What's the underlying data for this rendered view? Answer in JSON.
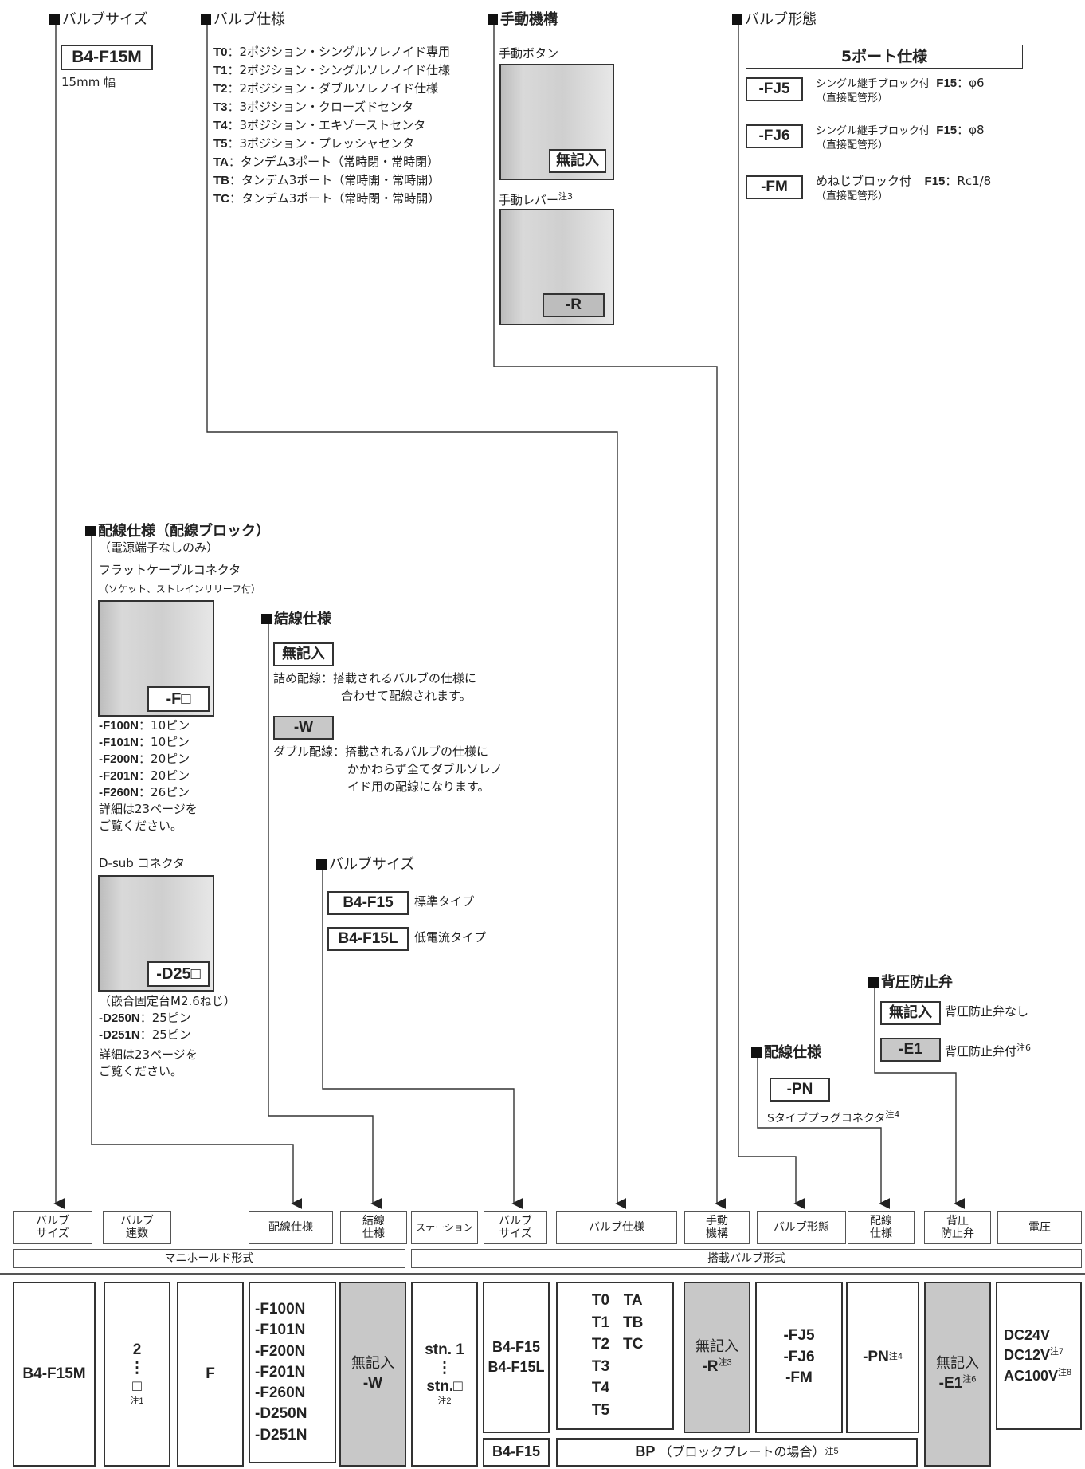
{
  "valve_size": {
    "heading": "バルブサイズ",
    "code": "B4-F15M",
    "sub": "15mm 幅"
  },
  "valve_spec": {
    "heading": "バルブ仕様",
    "items": [
      {
        "code": "T0",
        "text": "：2ポジション・シングルソレノイド専用"
      },
      {
        "code": "T1",
        "text": "：2ポジション・シングルソレノイド仕様"
      },
      {
        "code": "T2",
        "text": "：2ポジション・ダブルソレノイド仕様"
      },
      {
        "code": "T3",
        "text": "：3ポジション・クローズドセンタ"
      },
      {
        "code": "T4",
        "text": "：3ポジション・エキゾーストセンタ"
      },
      {
        "code": "T5",
        "text": "：3ポジション・プレッシャセンタ"
      },
      {
        "code": "TA",
        "text": "：タンデム3ポート（常時閉・常時閉）"
      },
      {
        "code": "TB",
        "text": "：タンデム3ポート（常時開・常時開）"
      },
      {
        "code": "TC",
        "text": "：タンデム3ポート（常時閉・常時開）"
      }
    ]
  },
  "manual": {
    "heading": "手動機構",
    "button_label": "手動ボタン",
    "button_code": "無記入",
    "lever_label": "手動レバー",
    "lever_note": "注3",
    "lever_code": "-R"
  },
  "valve_form": {
    "heading": "バルブ形態",
    "port_title": "5ポート仕様",
    "items": [
      {
        "code": "-FJ5",
        "line1": "シングル継手ブロック付",
        "spec_code": "F15",
        "spec_val": "：φ6",
        "line2": "（直接配管形）"
      },
      {
        "code": "-FJ6",
        "line1": "シングル継手ブロック付",
        "spec_code": "F15",
        "spec_val": "：φ8",
        "line2": "（直接配管形）"
      },
      {
        "code": "-FM",
        "line1": "めねじブロック付",
        "spec_code": "F15",
        "spec_val": "：Rc1/8",
        "line2": "（直接配管形）"
      }
    ]
  },
  "wiring_block": {
    "heading": "配線仕様（配線ブロック）",
    "sub": "（電源端子なしのみ）",
    "flat_title": "フラットケーブルコネクタ",
    "flat_sub": "（ソケット、ストレインリリーフ付）",
    "flat_code": "-F□",
    "flat_items": [
      {
        "code": "-F100N",
        "text": "：10ピン"
      },
      {
        "code": "-F101N",
        "text": "：10ピン"
      },
      {
        "code": "-F200N",
        "text": "：20ピン"
      },
      {
        "code": "-F201N",
        "text": "：20ピン"
      },
      {
        "code": "-F260N",
        "text": "：26ピン"
      }
    ],
    "detail1": "詳細は23ページを",
    "detail2": "ご覧ください。",
    "dsub_title": "D-sub コネクタ",
    "dsub_code": "-D25□",
    "dsub_note": "（嵌合固定台M2.6ねじ）",
    "dsub_items": [
      {
        "code": "-D250N",
        "text": "：25ピン"
      },
      {
        "code": "-D251N",
        "text": "：25ピン"
      }
    ]
  },
  "connection": {
    "heading": "結線仕様",
    "blank_code": "無記入",
    "blank_label": "詰め配線",
    "blank_desc1": "：搭載されるバルブの仕様に",
    "blank_desc2": "合わせて配線されます。",
    "w_code": "-W",
    "w_label": "ダブル配線",
    "w_desc1": "：搭載されるバルブの仕様に",
    "w_desc2": "かかわらず全てダブルソレノ",
    "w_desc3": "イド用の配線になります。"
  },
  "valve_size2": {
    "heading": "バルブサイズ",
    "items": [
      {
        "code": "B4-F15",
        "text": "標準タイプ"
      },
      {
        "code": "B4-F15L",
        "text": "低電流タイプ"
      }
    ]
  },
  "backflow": {
    "heading": "背圧防止弁",
    "items": [
      {
        "code": "無記入",
        "text": "背圧防止弁なし",
        "note": ""
      },
      {
        "code": "-E1",
        "text": "背圧防止弁付",
        "note": "注6"
      }
    ]
  },
  "wiring2": {
    "heading": "配線仕様",
    "code": "-PN",
    "text": "Sタイププラグコネクタ",
    "note": "注4"
  },
  "headers": {
    "h1": "バルブ サイズ",
    "h2": "バルブ 連数",
    "h3": "配線仕様",
    "h4": "結線 仕様",
    "h5": "ステーション",
    "h6": "バルブ サイズ",
    "h7": "バルブ仕様",
    "h8": "手動 機構",
    "h9": "バルブ形態",
    "h10": "配線 仕様",
    "h11": "背圧 防止弁",
    "h12": "電圧"
  },
  "groups": {
    "manifold": "マニホールド形式",
    "valve": "搭載バルブ形式"
  },
  "table": {
    "c1": "B4-F15M",
    "c2_top": "2",
    "c2_dots": "⋮",
    "c2_box": "□",
    "c2_note": "注1",
    "c3": "F",
    "c4": [
      "-F100N",
      "-F101N",
      "-F200N",
      "-F201N",
      "-F260N",
      "-D250N",
      "-D251N"
    ],
    "c5a": "無記入",
    "c5b": "-W",
    "c6a": "stn. 1",
    "c6b": "⋮",
    "c6c": "stn.□",
    "c6_note": "注2",
    "c7a": "B4-F15",
    "c7b": "B4-F15L",
    "c8a": [
      "T0",
      "T1",
      "T2",
      "T3",
      "T4",
      "T5"
    ],
    "c8b": [
      "TA",
      "TB",
      "TC"
    ],
    "c9a": "無記入",
    "c9b": "-R",
    "c9_note": "注3",
    "c10": [
      "-FJ5",
      "-FJ6",
      "-FM"
    ],
    "c11": "-PN",
    "c11_note": "注4",
    "c12a": "無記入",
    "c12b": "-E1",
    "c12_note": "注6",
    "c13": [
      "DC24V",
      "DC12V",
      "AC100V"
    ],
    "c13_notes": [
      "",
      "注7",
      "注8"
    ],
    "bp_size": "B4-F15",
    "bp_code": "BP",
    "bp_text": "（ブロックプレートの場合）",
    "bp_note": "注5"
  }
}
